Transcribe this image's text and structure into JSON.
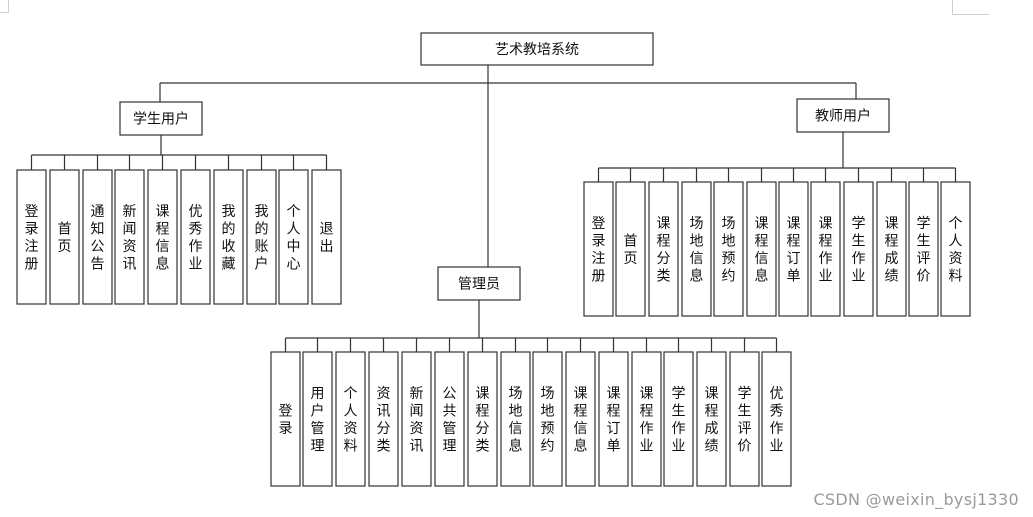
{
  "root": {
    "label": "艺术教培系统"
  },
  "branches": [
    {
      "id": "student",
      "label": "学生用户",
      "children": [
        "登录注册",
        "首页",
        "通知公告",
        "新闻资讯",
        "课程信息",
        "优秀作业",
        "我的收藏",
        "我的账户",
        "个人中心",
        "退出"
      ]
    },
    {
      "id": "admin",
      "label": "管理员",
      "children": [
        "登录",
        "用户管理",
        "个人资料",
        "资讯分类",
        "新闻资讯",
        "公共管理",
        "课程分类",
        "场地信息",
        "场地预约",
        "课程信息",
        "课程订单",
        "课程作业",
        "学生作业",
        "课程成绩",
        "学生评价",
        "优秀作业"
      ]
    },
    {
      "id": "teacher",
      "label": "教师用户",
      "children": [
        "登录注册",
        "首页",
        "课程分类",
        "场地信息",
        "场地预约",
        "课程信息",
        "课程订单",
        "课程作业",
        "学生作业",
        "课程成绩",
        "学生评价",
        "个人资料"
      ]
    }
  ],
  "watermark": "CSDN @weixin_bysj1330",
  "colors": {
    "line": "#333333",
    "box_border": "#333333",
    "background": "#ffffff",
    "watermark": "#9a9a9a"
  }
}
